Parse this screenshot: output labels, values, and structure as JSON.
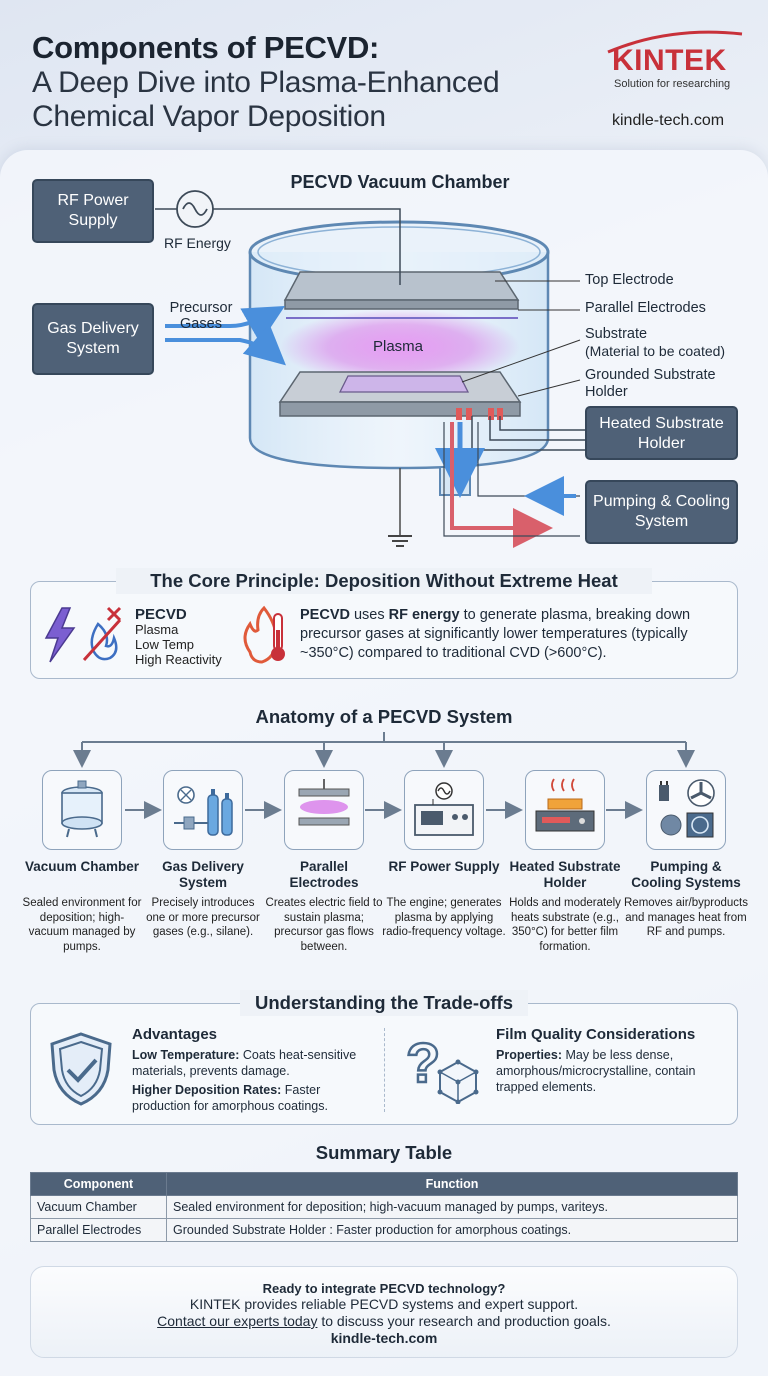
{
  "header": {
    "title_line1": "Components of PECVD:",
    "title_line2": "A Deep Dive into Plasma-Enhanced",
    "title_line3": "Chemical Vapor Deposition",
    "logo_text": "KINTEK",
    "logo_tagline": "Solution for researching",
    "site": "kindle-tech.com"
  },
  "diagram": {
    "title": "PECVD Vacuum Chamber",
    "rf_power_supply": "RF Power Supply",
    "rf_energy": "RF Energy",
    "gas_delivery": "Gas Delivery System",
    "precursor_gases": "Precursor Gases",
    "plasma": "Plasma",
    "top_electrode": "Top Electrode",
    "parallel_electrodes": "Parallel Electrodes",
    "substrate": "Substrate",
    "substrate_note": "(Material to be coated)",
    "grounded_holder_1": "Grounded Substrate",
    "grounded_holder_2": "Holder",
    "heated_holder": "Heated Substrate Holder",
    "pumping": "Pumping & Cooling System"
  },
  "principle": {
    "title": "The Core Principle: Deposition Without Extreme Heat",
    "label": "PECVD",
    "items": [
      "Plasma",
      "Low Temp",
      "High Reactivity"
    ],
    "desc_b1": "PECVD",
    "desc_t1": " uses ",
    "desc_b2": "RF energy",
    "desc_t2": " to generate plasma, breaking down precursor gases at significantly lower temperatures (typically ~350°C) compared to traditional CVD (>600°C)."
  },
  "anatomy": {
    "title": "Anatomy of a PECVD System",
    "components": [
      {
        "name": "Vacuum Chamber",
        "desc": "Sealed environment for deposition; high-vacuum managed by pumps."
      },
      {
        "name": "Gas Delivery System",
        "desc": "Precisely introduces one or more precursor gases (e.g., silane)."
      },
      {
        "name": "Parallel Electrodes",
        "desc": "Creates electric field to sustain plasma; precursor gas flows between."
      },
      {
        "name": "RF Power Supply",
        "desc": "The engine; generates plasma by applying radio-frequency voltage."
      },
      {
        "name": "Heated Substrate Holder",
        "desc": "Holds and moderately heats substrate (e.g., 350°C) for better film formation."
      },
      {
        "name": "Pumping & Cooling Systems",
        "desc": "Removes air/byproducts and manages heat from RF and pumps."
      }
    ]
  },
  "tradeoffs": {
    "title": "Understanding the Trade-offs",
    "adv_head": "Advantages",
    "adv1_b": "Low Temperature:",
    "adv1_t": " Coats heat-sensitive materials, prevents damage.",
    "adv2_b": "Higher Deposition Rates:",
    "adv2_t": " Faster production for amorphous coatings.",
    "film_head": "Film Quality Considerations",
    "film_b": "Properties:",
    "film_t": " May be less dense, amorphous/microcrystalline, contain trapped elements."
  },
  "summary": {
    "title": "Summary Table",
    "col1": "Component",
    "col2": "Function",
    "rows": [
      {
        "component": "Vacuum Chamber",
        "function": "Sealed environment for deposition; high-vacuum managed by pumps, variteys."
      },
      {
        "component": "Parallel Electrodes",
        "function": "Grounded Substrate Holder : Faster production for amorphous coatings."
      }
    ]
  },
  "cta": {
    "question": "Ready to integrate PECVD technology?",
    "line1": "KINTEK provides reliable PECVD systems and expert support.",
    "link": "Contact our experts today",
    "line2_rest": " to discuss your research and production goals.",
    "site": "kindle-tech.com"
  },
  "colors": {
    "brand_red": "#c8313a",
    "slate_box": "#4f6177",
    "plasma": "#d77be8",
    "flow_blue": "#4a8fdc"
  }
}
